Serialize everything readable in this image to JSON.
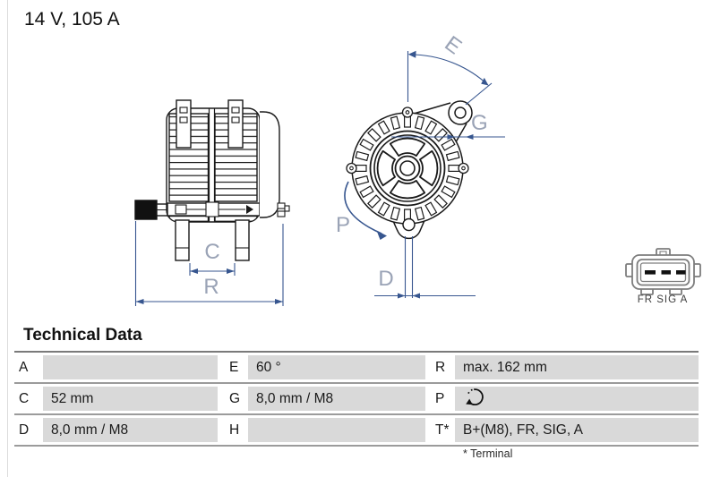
{
  "page": {
    "title": "14 V, 105 A"
  },
  "diagram": {
    "dim_labels": {
      "C": "C",
      "R": "R",
      "E": "E",
      "G": "G",
      "P": "P",
      "D": "D"
    },
    "connector_label": "FR SIG A",
    "colors": {
      "dimension_line": "#37568f",
      "dim_label": "#9aa3b6",
      "drawing_line": "#1a1a1a",
      "connector_line": "#7d7d7d"
    }
  },
  "technical_data": {
    "heading": "Technical Data",
    "footnote": "* Terminal",
    "rows": [
      {
        "cells": [
          {
            "label": "A",
            "value": ""
          },
          {
            "label": "E",
            "value": "60 °"
          },
          {
            "label": "R",
            "value": "max. 162 mm"
          }
        ]
      },
      {
        "cells": [
          {
            "label": "C",
            "value": "52 mm"
          },
          {
            "label": "G",
            "value": "8,0 mm / M8"
          },
          {
            "label": "P",
            "value": "",
            "icon": "rotation-direction-icon"
          }
        ]
      },
      {
        "cells": [
          {
            "label": "D",
            "value": "8,0 mm / M8"
          },
          {
            "label": "H",
            "value": ""
          },
          {
            "label": "T*",
            "value": "B+(M8), FR, SIG, A"
          }
        ]
      }
    ]
  }
}
